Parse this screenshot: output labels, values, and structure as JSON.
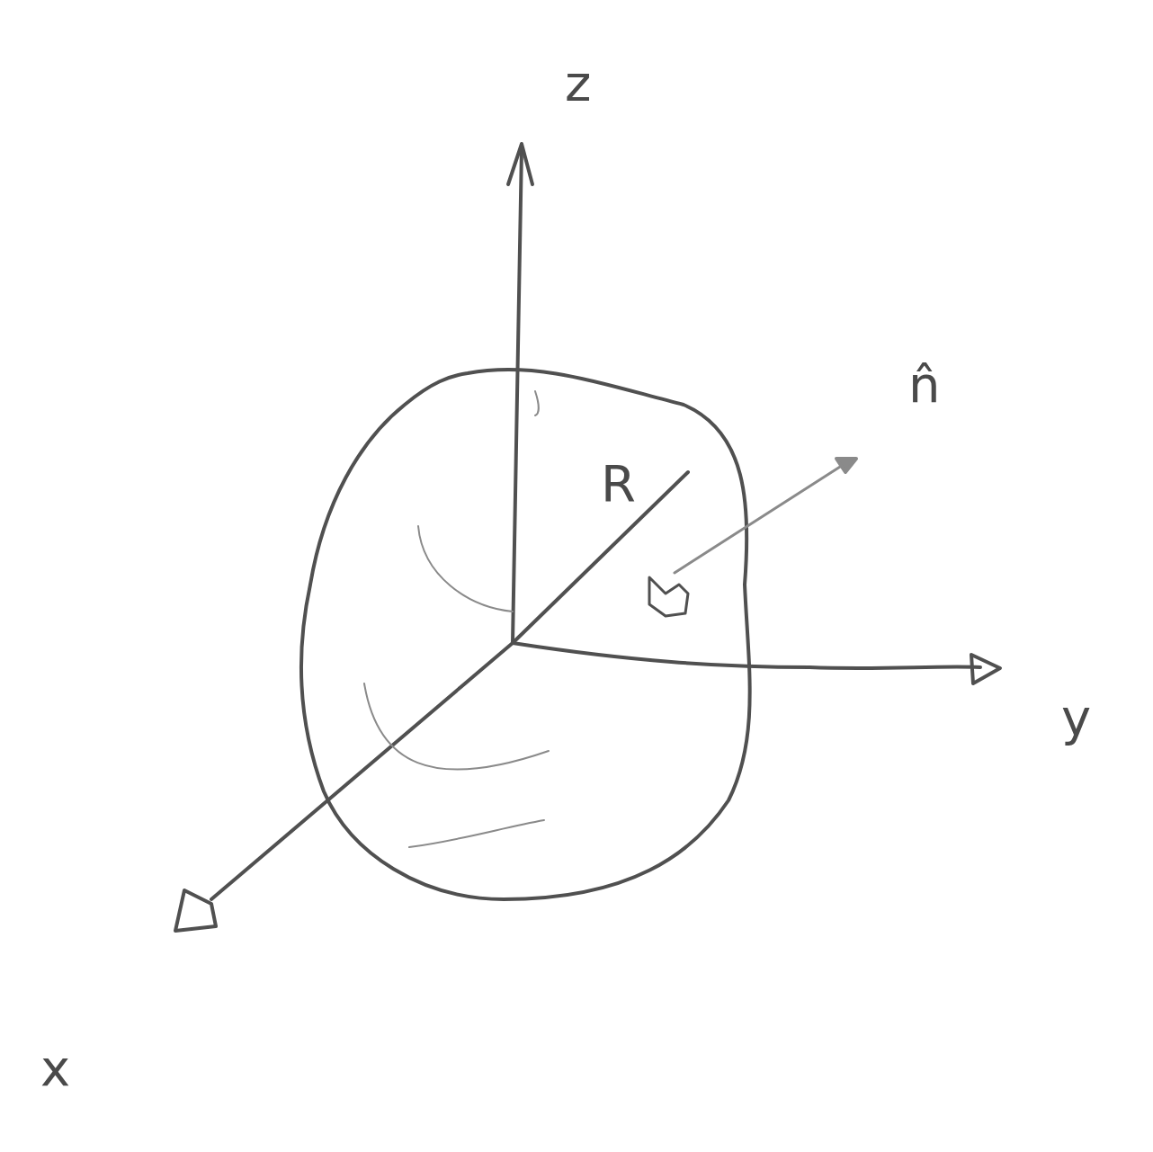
{
  "diagram": {
    "labels": [
      "z",
      "R",
      "n̂",
      "y",
      "x"
    ]
  }
}
